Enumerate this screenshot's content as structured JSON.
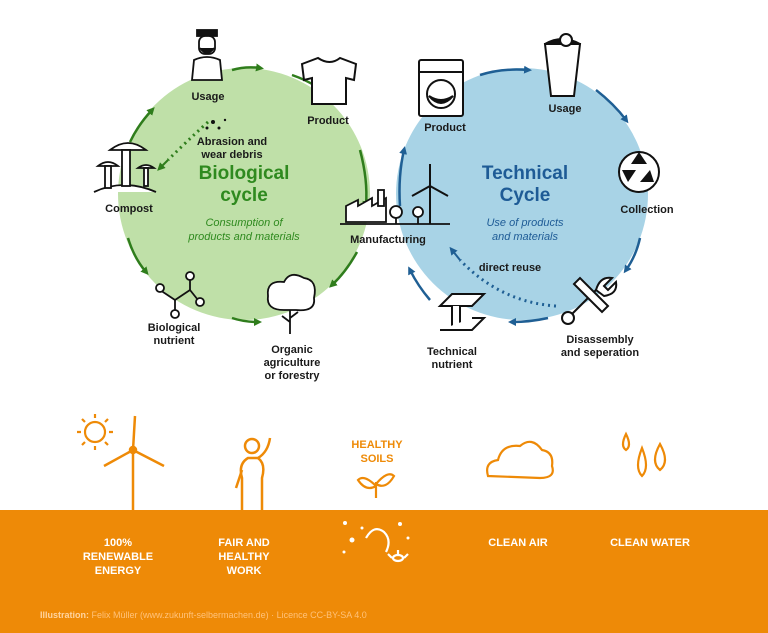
{
  "biological": {
    "title": "Biological\ncycle",
    "subtitle": "Consumption of\nproducts and materials",
    "usage": "Usage",
    "product": "Product",
    "abrasion": "Abrasion and\nwear debris",
    "compost": "Compost",
    "nutrient": "Biological\nnutrient",
    "organic": "Organic\nagriculture\nor forestry"
  },
  "technical": {
    "title": "Technical\nCycle",
    "subtitle": "Use of products\nand materials",
    "product": "Product",
    "usage": "Usage",
    "collection": "Collection",
    "direct_reuse": "direct reuse",
    "disassembly": "Disassembly\nand seperation",
    "nutrient": "Technical\nnutrient"
  },
  "manufacturing": "Manufacturing",
  "foundation": {
    "energy": "100%\nRENEWABLE\nENERGY",
    "work": "FAIR AND\nHEALTHY\nWORK",
    "soils": "HEALTHY\nSOILS",
    "air": "CLEAN AIR",
    "water": "CLEAN WATER"
  },
  "credit": {
    "label": "Illustration:",
    "text": "Felix Müller (www.zukunft-selbermachen.de) · Licence CC-BY-SA 4.0"
  },
  "colors": {
    "bio_fill": "#bfe0a8",
    "bio_arrow": "#2f7d1c",
    "bio_text": "#2f8a1f",
    "tech_fill": "#a8d3e6",
    "tech_arrow": "#1f5f94",
    "tech_text": "#1e5b96",
    "orange": "#ee8a07"
  }
}
